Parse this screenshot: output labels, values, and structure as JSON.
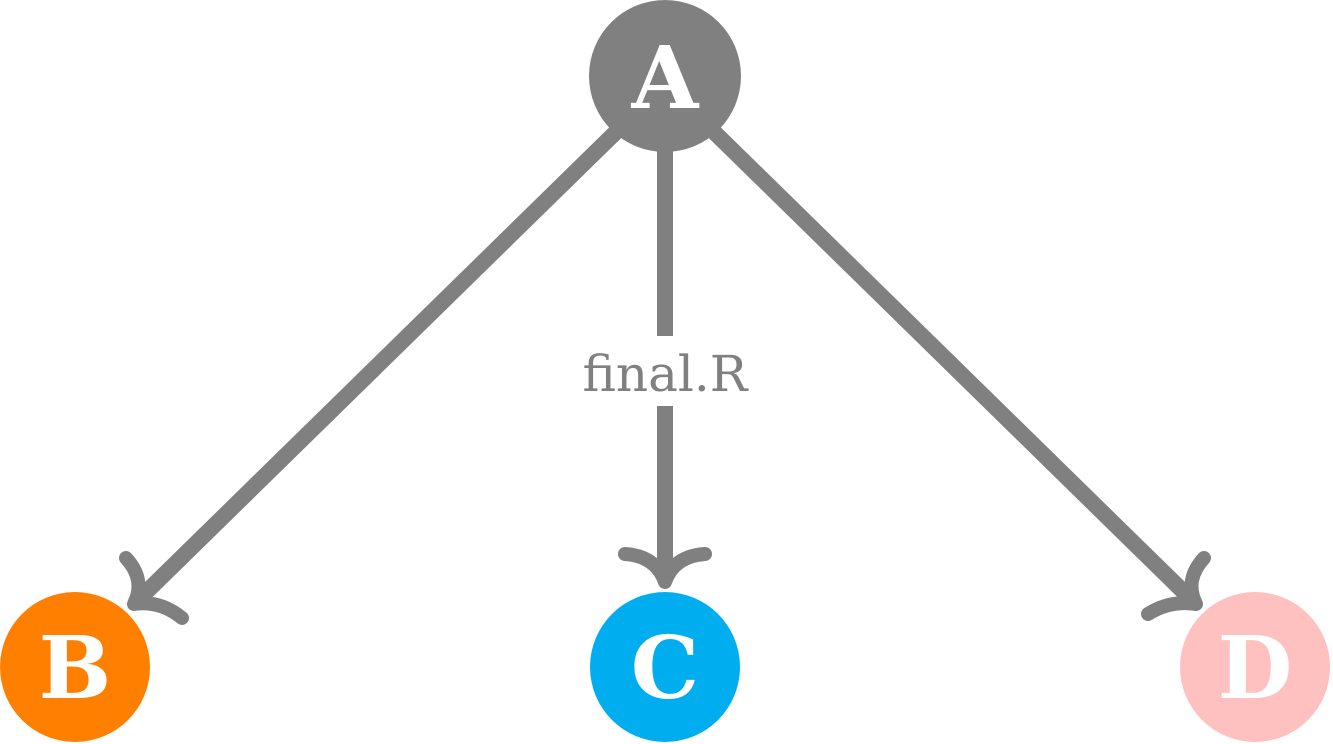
{
  "edge_color": "#808080",
  "nodes": {
    "a": {
      "label": "A",
      "color": "#808080"
    },
    "b": {
      "label": "B",
      "color": "#ff8000"
    },
    "c": {
      "label": "C",
      "color": "#00aeef"
    },
    "d": {
      "label": "D",
      "color": "#ffc0c0"
    }
  },
  "edges": [
    {
      "from": "A",
      "to": "B",
      "label": ""
    },
    {
      "from": "A",
      "to": "C",
      "label": "final.R"
    },
    {
      "from": "A",
      "to": "D",
      "label": ""
    }
  ]
}
